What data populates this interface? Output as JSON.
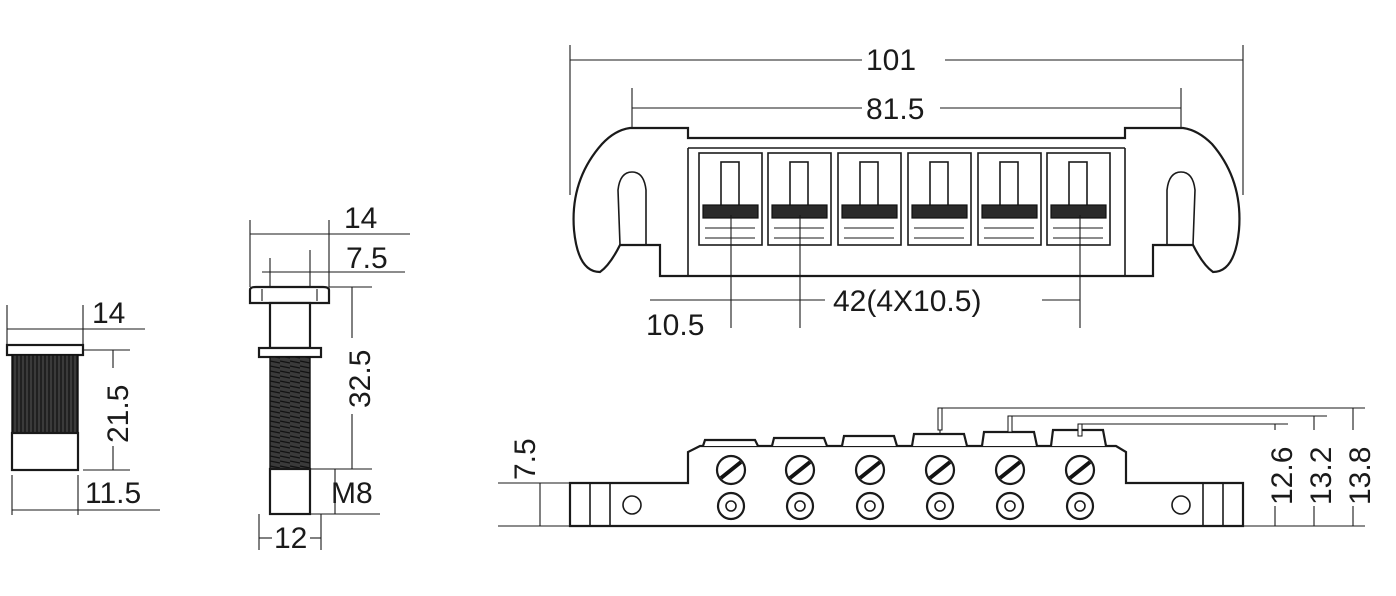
{
  "diagram": {
    "stud_insert": {
      "width_label": "14",
      "height_label": "21.5",
      "base_label": "11.5"
    },
    "stud_screw": {
      "head_label": "14",
      "shaft_label": "7.5",
      "length_label": "32.5",
      "thread_label": "M8",
      "base_label": "12"
    },
    "tailpiece_top": {
      "overall_label": "101",
      "stud_spacing_label": "81.5",
      "string_spacing_label": "42(4X10.5)",
      "single_spacing_label": "10.5"
    },
    "tailpiece_side": {
      "height_label": "7.5",
      "right_labels": [
        "12.6",
        "13.2",
        "13.8"
      ]
    }
  }
}
